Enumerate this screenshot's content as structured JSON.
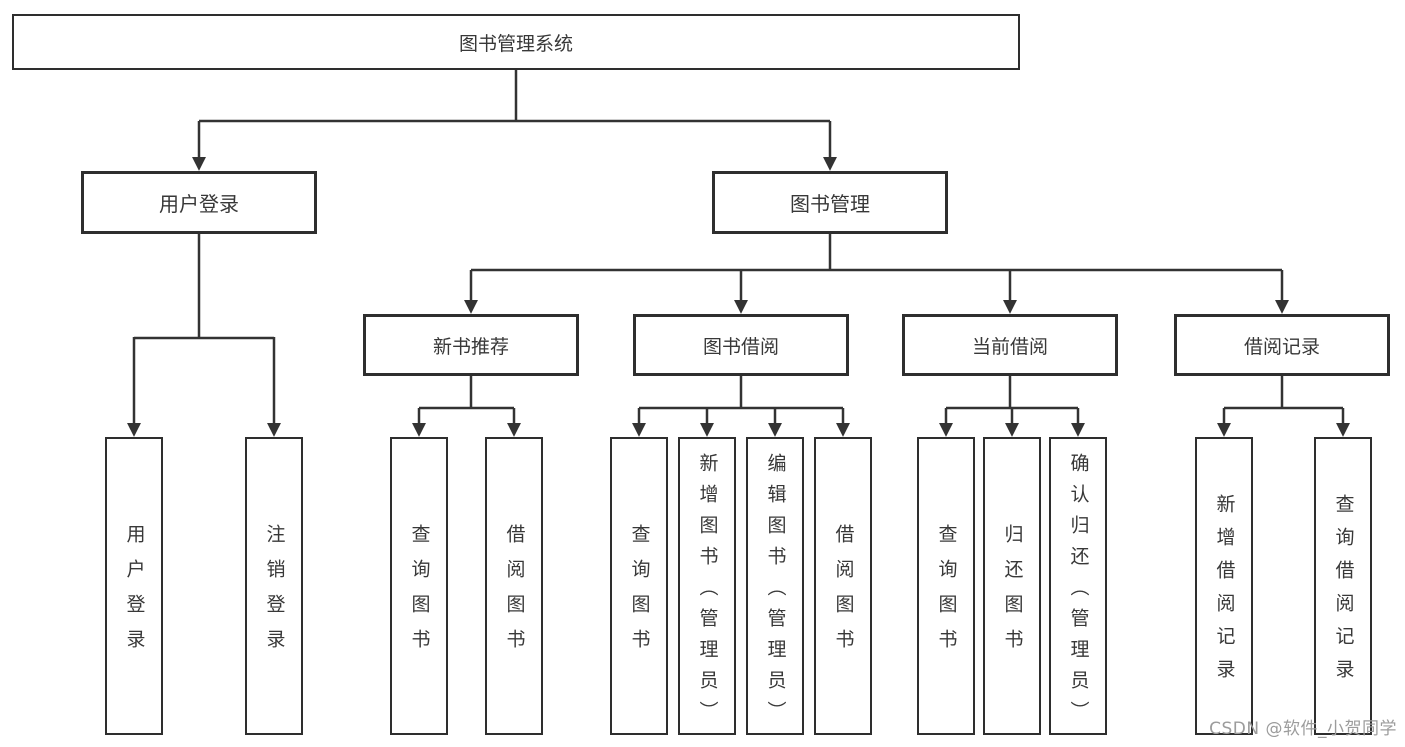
{
  "diagram": {
    "root": "图书管理系统",
    "level2": {
      "user": "用户登录",
      "book": "图书管理"
    },
    "level3": {
      "new_book": "新书推荐",
      "borrow": "图书借阅",
      "current": "当前借阅",
      "records": "借阅记录"
    },
    "leaves": {
      "user_login": "用户登录",
      "user_logout": "注销登录",
      "nb_query": "查询图书",
      "nb_borrow": "借阅图书",
      "bw_query": "查询图书",
      "bw_add": "新增图书（管理员）",
      "bw_edit": "编辑图书（管理员）",
      "bw_borrow": "借阅图书",
      "cur_query": "查询图书",
      "cur_return": "归还图书",
      "cur_confirm": "确认归还（管理员）",
      "rec_add": "新增借阅记录",
      "rec_query": "查询借阅记录"
    }
  },
  "watermark": {
    "text": "CSDN @软件_小贺同学",
    "color": "#9c9c9c"
  },
  "colors": {
    "line": "#333333",
    "box_border": "#2e2e2e",
    "text": "#383838",
    "background": "#ffffff"
  }
}
